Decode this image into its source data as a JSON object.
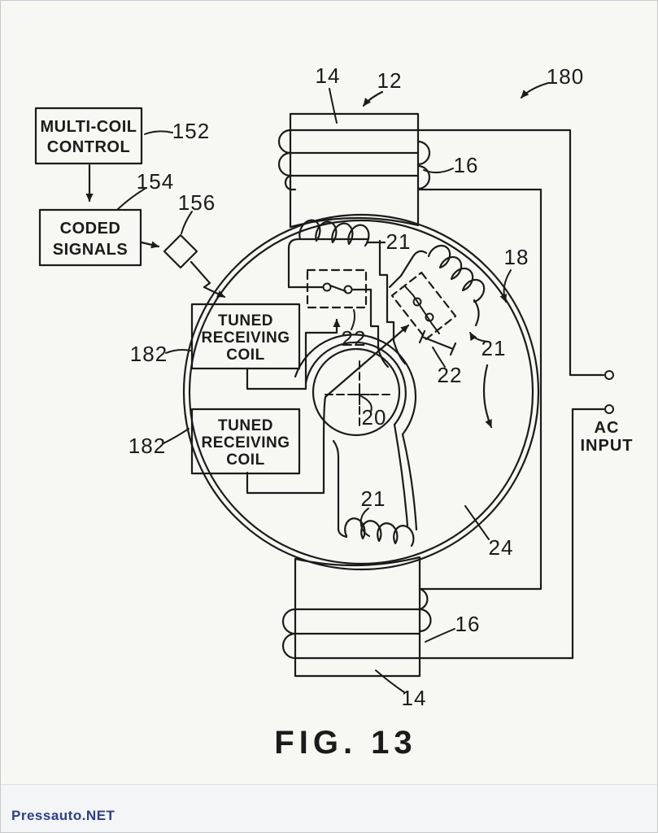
{
  "page": {
    "caption": "FIG. 13",
    "ink_color": "#1b1b1b",
    "paper_color": "#f7f7f4",
    "watermark": {
      "text": "Pressauto.NET",
      "color": "#2b3e94"
    }
  },
  "boxes": {
    "multi_coil_control": {
      "line1": "MULTI-COIL",
      "line2": "CONTROL",
      "ref": "152"
    },
    "coded_signals": {
      "line1": "CODED",
      "line2": "SIGNALS",
      "ref": "154"
    },
    "transmitter_diamond": {
      "ref": "156"
    },
    "tuned_receiving_coil_upper": {
      "line1": "TUNED",
      "line2": "RECEIVING",
      "line3": "COIL",
      "ref": "182"
    },
    "tuned_receiving_coil_lower": {
      "line1": "TUNED",
      "line2": "RECEIVING",
      "line3": "COIL",
      "ref": "182"
    }
  },
  "refs": {
    "assembly": "180",
    "stator": "12",
    "pole_top": "14",
    "pole_bottom": "14",
    "winding_top": "16",
    "winding_bottom": "16",
    "rotor": "18",
    "shaft": "20",
    "rotor_coil_top": "21",
    "rotor_coil_right": "21",
    "rotor_coil_bottom": "21",
    "switch_top": "22",
    "switch_right": "22",
    "rotor_body": "24"
  },
  "ac_input": {
    "line1": "AC",
    "line2": "INPUT"
  }
}
